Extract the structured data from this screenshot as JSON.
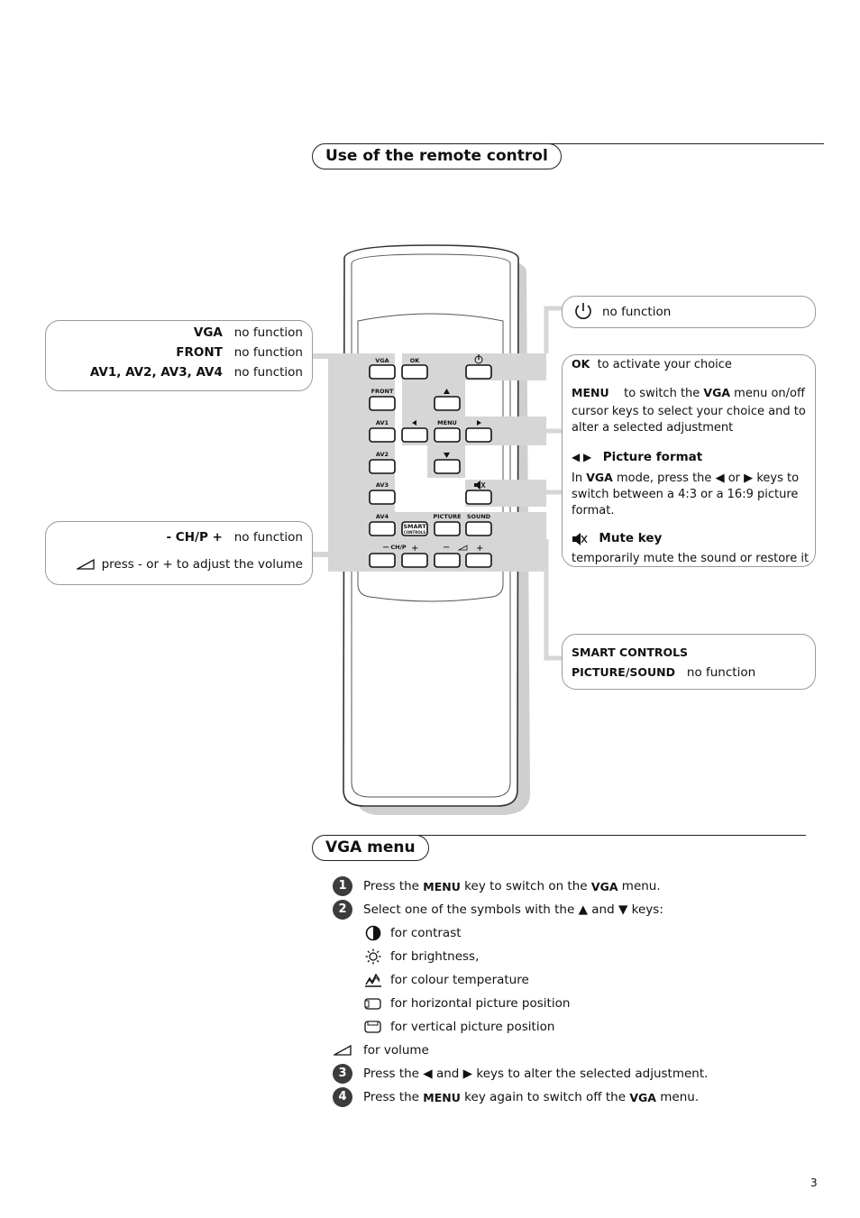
{
  "section1": {
    "title": "Use of the remote control"
  },
  "left_top": [
    {
      "key": "VGA",
      "text": "no function"
    },
    {
      "key": "FRONT",
      "text": "no function"
    },
    {
      "key": "AV1, AV2, AV3, AV4",
      "text": "no function"
    }
  ],
  "left_bottom": {
    "chp_key": "- CH/P +",
    "chp_text": "no function",
    "volume_text": "press - or + to adjust the volume"
  },
  "right_power": {
    "text": "no function"
  },
  "right_main": {
    "ok_key": "OK",
    "ok_text": "to activate your choice",
    "menu_key": "MENU",
    "menu_text_1": "to switch the",
    "menu_text_vga": "VGA",
    "menu_text_2": "menu on/off",
    "cursor_text_1": "cursor keys to select your choice and to",
    "cursor_text_2": "alter a selected adjustment",
    "picture_format_title": "Picture format",
    "pf_line1_a": "In",
    "pf_line1_vga": "VGA",
    "pf_line1_b": "mode, press the",
    "pf_line1_or": "or",
    "pf_line1_c": "keys to",
    "pf_line2": "switch between a 4:3 or a 16:9 picture",
    "pf_line3": "format.",
    "mute_title": "Mute key",
    "mute_text": "temporarily mute the sound or restore it"
  },
  "right_smart": {
    "line1": "SMART CONTROLS",
    "line2_key": "PICTURE/SOUND",
    "line2_text": "no function"
  },
  "remote_labels": {
    "vga": "VGA",
    "ok": "OK",
    "front": "FRONT",
    "av1": "AV1",
    "menu": "MENU",
    "av2": "AV2",
    "av3": "AV3",
    "av4": "AV4",
    "smart": "SMART",
    "controls": "CONTROLS",
    "picture": "PICTURE",
    "sound": "SOUND",
    "chp": "CH/P"
  },
  "section2": {
    "title": "VGA menu"
  },
  "steps": {
    "s1_num": "1",
    "s1_a": "Press the",
    "s1_menu": "MENU",
    "s1_b": "key to switch on the",
    "s1_vga": "VGA",
    "s1_c": "menu.",
    "s2_num": "2",
    "s2_a": "Select one of the symbols with the",
    "s2_and": "and",
    "s2_b": "keys:",
    "sub": [
      {
        "icon": "contrast-icon",
        "text": "for contrast"
      },
      {
        "icon": "brightness-icon",
        "text": "for brightness,"
      },
      {
        "icon": "colour-temperature-icon",
        "text": "for colour temperature"
      },
      {
        "icon": "horizontal-position-icon",
        "text": "for horizontal picture position"
      },
      {
        "icon": "vertical-position-icon",
        "text": "for vertical picture position"
      }
    ],
    "volume_text": "for volume",
    "s3_num": "3",
    "s3_a": "Press the",
    "s3_and": "and",
    "s3_b": "keys to alter the selected adjustment.",
    "s4_num": "4",
    "s4_a": "Press the",
    "s4_menu": "MENU",
    "s4_b": "key again to switch off the",
    "s4_vga": "VGA",
    "s4_c": "menu."
  },
  "page_number": "3"
}
